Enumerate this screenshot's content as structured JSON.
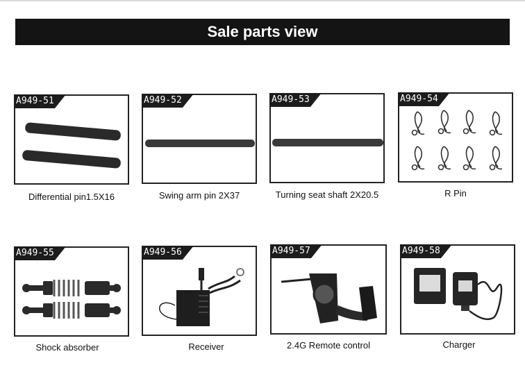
{
  "header": {
    "title": "Sale parts view"
  },
  "parts": [
    {
      "code": "A949-51",
      "name": "Differential pin1.5X16",
      "icon": "pin-icon"
    },
    {
      "code": "A949-52",
      "name": "Swing arm pin 2X37",
      "icon": "long-pin-icon"
    },
    {
      "code": "A949-53",
      "name": "Turning seat shaft 2X20.5",
      "icon": "shaft-icon"
    },
    {
      "code": "A949-54",
      "name": "R Pin",
      "icon": "r-pin-icon"
    },
    {
      "code": "A949-55",
      "name": "Shock absorber",
      "icon": "shock-absorber-icon"
    },
    {
      "code": "A949-56",
      "name": "Receiver",
      "icon": "receiver-icon"
    },
    {
      "code": "A949-57",
      "name": "2.4G Remote control",
      "icon": "remote-control-icon"
    },
    {
      "code": "A949-58",
      "name": "Charger",
      "icon": "charger-icon"
    }
  ]
}
